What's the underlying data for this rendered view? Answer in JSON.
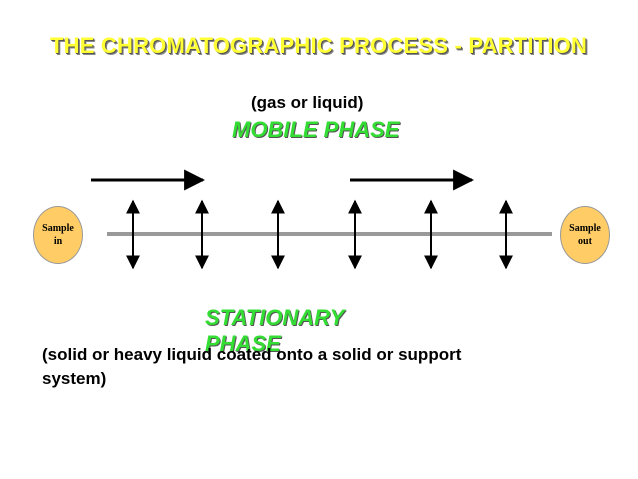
{
  "title": "THE CHROMATOGRAPHIC PROCESS - PARTITION",
  "mobile_phase": {
    "subtitle": "(gas or liquid)",
    "label": "MOBILE  PHASE"
  },
  "stationary_phase": {
    "label": "STATIONARY PHASE",
    "description": "(solid or heavy liquid coated onto a solid or support system)"
  },
  "sample_in": "Sample\nin",
  "sample_out": "Sample\nout",
  "colors": {
    "title": "#ffff33",
    "phase_label": "#33dd33",
    "sample_circle": "#ffcc66",
    "column_line": "#999999"
  }
}
